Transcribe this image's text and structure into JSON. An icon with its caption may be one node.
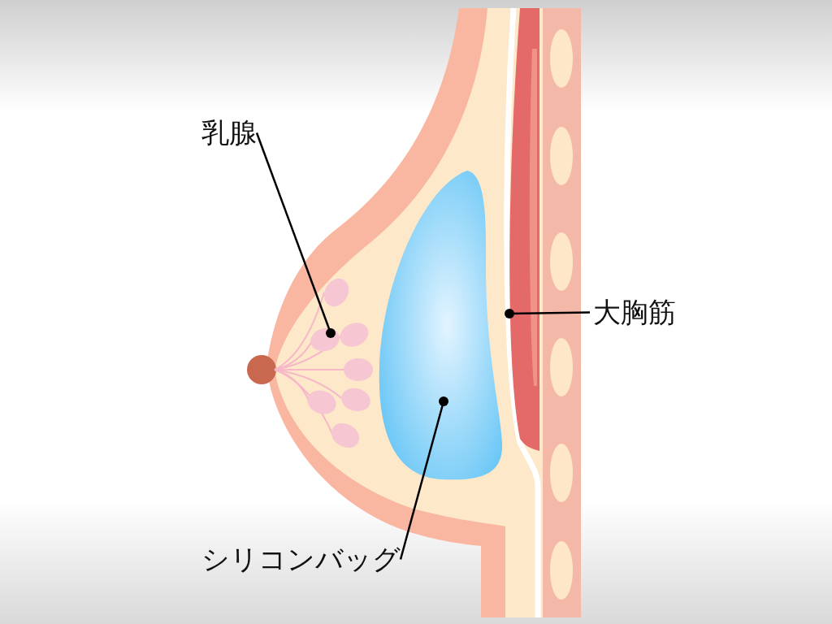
{
  "diagram": {
    "nodes": [
      {
        "text": [
          "乳腺"
        ]
      },
      {
        "text": [],
        "shape": "picture"
      },
      {
        "text": [
          "大胸筋"
        ]
      },
      {
        "text": [],
        "shape": "picture"
      },
      {
        "text": [
          "シリコンバッグ"
        ]
      },
      {
        "text": [],
        "shape": "picture"
      }
    ],
    "edges": [
      {
        "from": 0,
        "to": 1,
        "arrow": "other"
      },
      {
        "from": 2,
        "to": 5,
        "arrow": "other"
      },
      {
        "from": 4,
        "to": 3,
        "arrow": "other"
      }
    ]
  }
}
